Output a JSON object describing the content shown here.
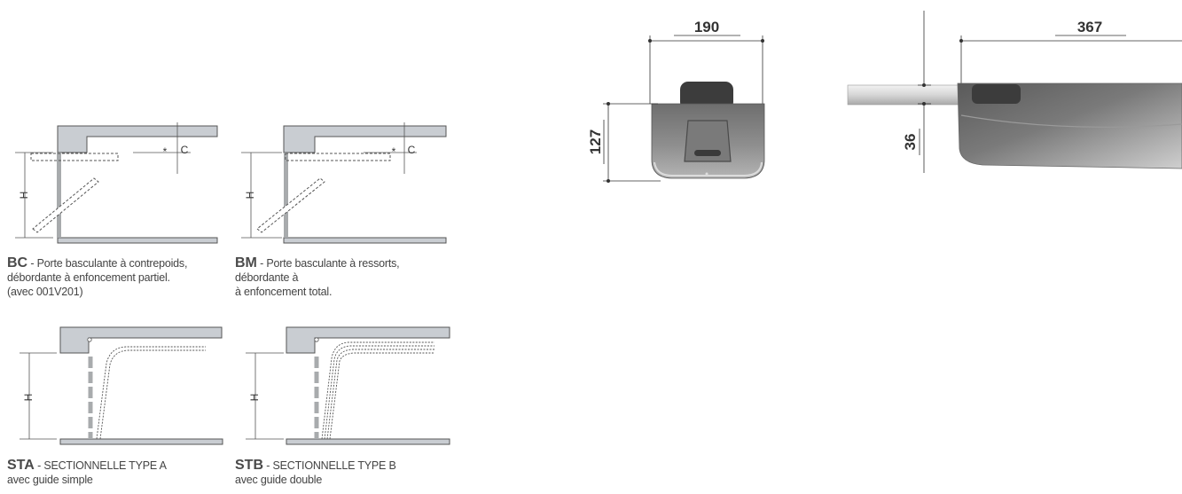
{
  "doors": {
    "bc": {
      "code": "BC",
      "desc": " - Porte basculante à contrepoids,",
      "line2": "débordante à enfoncement partiel.",
      "line3": "(avec 001V201)"
    },
    "bm": {
      "code": "BM",
      "desc": " - Porte basculante à ressorts,",
      "line2": "débordante à",
      "line3": "à enfoncement total."
    },
    "sta": {
      "code": "STA",
      "desc": " - SECTIONNELLE TYPE A",
      "line2": "avec guide simple"
    },
    "stb": {
      "code": "STB",
      "desc": " - SECTIONNELLE TYPE B",
      "line2": "avec guide double"
    }
  },
  "labels": {
    "height": "H",
    "clearance": "C",
    "asterisk": "*"
  },
  "dimensions": {
    "width": "190",
    "front_height": "127",
    "length": "367",
    "side_height": "36"
  },
  "colors": {
    "ceiling": "#c9cdd2",
    "door": "#a8abad",
    "outline": "#555555",
    "motor": "#7d7d7d"
  }
}
